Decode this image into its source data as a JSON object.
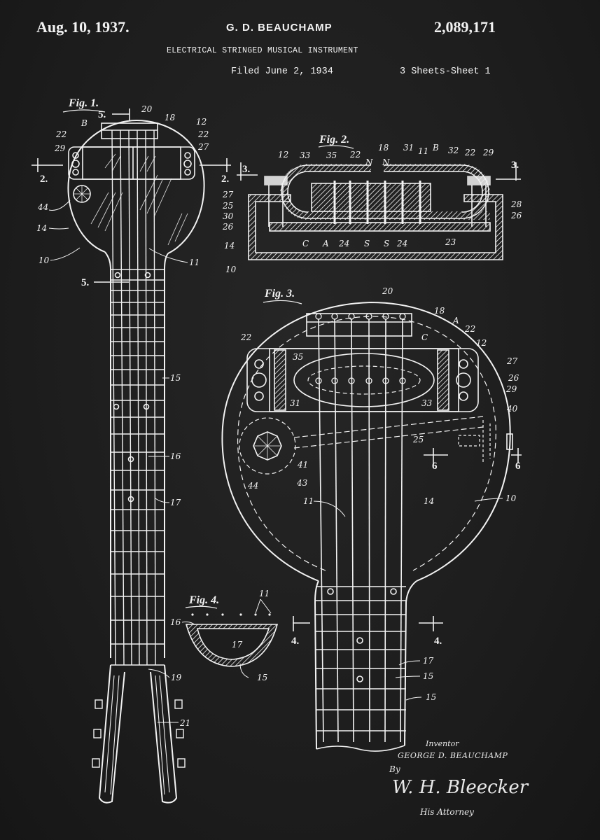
{
  "header": {
    "date": "Aug. 10, 1937.",
    "inventor": "G. D. BEAUCHAMP",
    "patent_number": "2,089,171",
    "title": "ELECTRICAL STRINGED MUSICAL INSTRUMENT",
    "filed": "Filed June 2, 1934",
    "sheets": "3 Sheets-Sheet 1"
  },
  "figures": {
    "fig1": {
      "label": "Fig. 1.",
      "section_marks": [
        "5.",
        "5.",
        "2.",
        "2."
      ],
      "callouts": [
        "20",
        "18",
        "12",
        "22",
        "27",
        "B",
        "22",
        "29",
        "44",
        "14",
        "10",
        "11",
        "15",
        "16",
        "17",
        "19",
        "21"
      ]
    },
    "fig2": {
      "label": "Fig. 2.",
      "section_marks": [
        "3.",
        "3."
      ],
      "callouts": [
        "12",
        "33",
        "35",
        "22",
        "N",
        "N",
        "18",
        "31",
        "11",
        "B",
        "32",
        "22",
        "29",
        "27",
        "25",
        "30",
        "26",
        "14",
        "10",
        "C",
        "A",
        "24",
        "S",
        "S",
        "24",
        "23",
        "28",
        "26"
      ]
    },
    "fig3": {
      "label": "Fig. 3.",
      "section_marks": [
        "6",
        "6",
        "4.",
        "4."
      ],
      "callouts": [
        "20",
        "18",
        "A",
        "22",
        "12",
        "22",
        "C",
        "35",
        "27",
        "26",
        "29",
        "31",
        "33",
        "40",
        "25",
        "41",
        "44",
        "43",
        "11",
        "14",
        "10",
        "17",
        "15",
        "15"
      ]
    },
    "fig4": {
      "label": "Fig. 4.",
      "callouts": [
        "11",
        "16",
        "17",
        "15"
      ]
    }
  },
  "signature": {
    "inventor_caption": "Inventor",
    "inventor_name": "GEORGE D. BEAUCHAMP",
    "by": "By",
    "attorney_signature": "W. H. Bleecker",
    "attorney_caption": "His Attorney"
  },
  "colors": {
    "background": "#1c1c1c",
    "ink": "#f2f2f2"
  }
}
